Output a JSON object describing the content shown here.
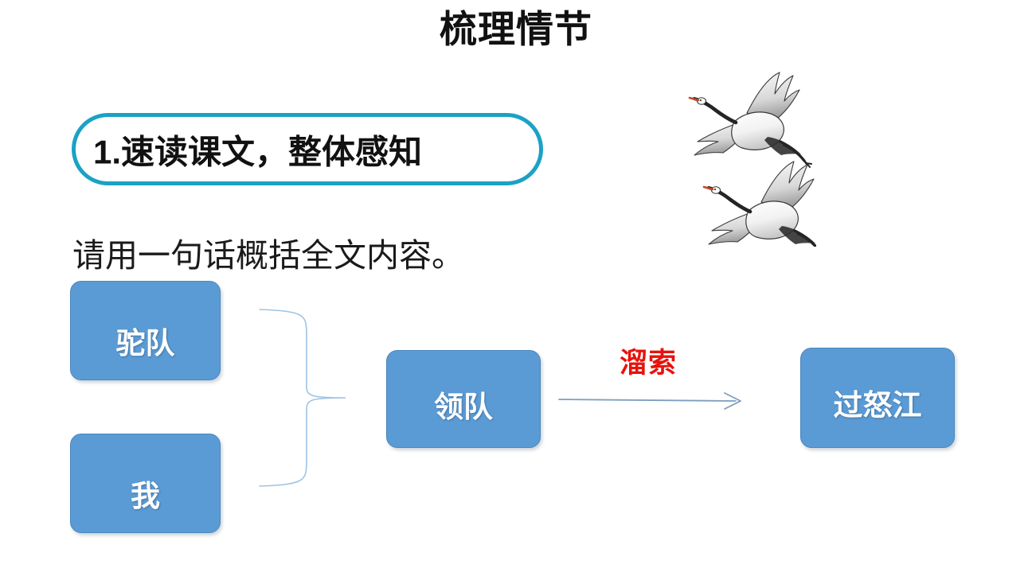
{
  "slide": {
    "title": "梳理情节",
    "background_color": "#FFFFFF"
  },
  "heading": {
    "text": "1.速读课文，整体感知",
    "border_color": "#1BA2C4"
  },
  "prompt": {
    "text": "请用一句话概括全文内容。"
  },
  "diagram": {
    "box_fill_color": "#5B9BD5",
    "box_text_color": "#FFFFFF",
    "connector_color": "#9DC3E6",
    "boxes": [
      {
        "id": "tuodui",
        "label": "驼队"
      },
      {
        "id": "wo",
        "label": "我"
      },
      {
        "id": "lingdui",
        "label": "领队"
      },
      {
        "id": "guonujiang",
        "label": "过怒江"
      }
    ],
    "arrow_label": {
      "text": "溜索",
      "color": "#E8120C"
    }
  },
  "decoration": {
    "cranes": "two-flying-cranes"
  }
}
